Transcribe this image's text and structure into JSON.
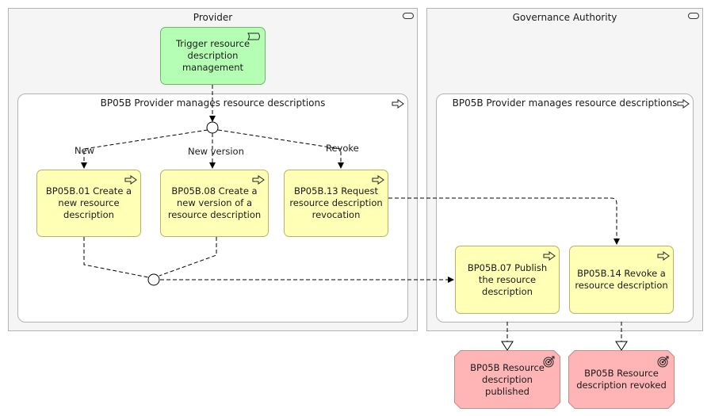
{
  "lanes": {
    "provider": {
      "title": "Provider"
    },
    "governance": {
      "title": "Governance Authority"
    }
  },
  "groups": {
    "provider_group": {
      "title": "BP05B Provider manages resource descriptions"
    },
    "governance_group": {
      "title": "BP05B Provider manages resource descriptions"
    }
  },
  "nodes": {
    "trigger": {
      "label": "Trigger resource description management"
    },
    "bp01": {
      "label": "BP05B.01 Create a new resource description"
    },
    "bp08": {
      "label": "BP05B.08 Create a new version of a resource description"
    },
    "bp13": {
      "label": "BP05B.13 Request resource description revocation"
    },
    "bp07": {
      "label": "BP05B.07 Publish the resource description"
    },
    "bp14": {
      "label": "BP05B.14 Revoke a resource description"
    },
    "published": {
      "label": "BP05B Resource description published"
    },
    "revoked": {
      "label": "BP05B Resource description revoked"
    }
  },
  "edge_labels": {
    "new": "New",
    "new_version": "New version",
    "revoke": "Revoke"
  },
  "colors": {
    "process_fill": "#ffffb5",
    "event_fill": "#b5ffb5",
    "outcome_fill": "#ffb5b5",
    "lane_fill": "#f5f5f5"
  },
  "icons": {
    "lane": "collaboration-icon",
    "process": "process-arrow-icon",
    "event": "event-icon",
    "outcome": "target-icon"
  }
}
